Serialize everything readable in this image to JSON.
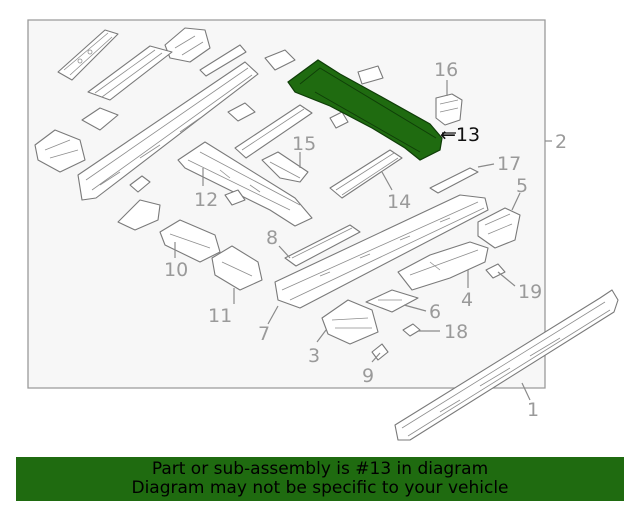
{
  "diagram": {
    "group_label": "2",
    "highlighted_part": "13",
    "highlight_color": "#1f6b10",
    "callouts": [
      {
        "id": "16",
        "label": "16"
      },
      {
        "id": "13",
        "label": "←13"
      },
      {
        "id": "15",
        "label": "15"
      },
      {
        "id": "17",
        "label": "17"
      },
      {
        "id": "12",
        "label": "12"
      },
      {
        "id": "14",
        "label": "14"
      },
      {
        "id": "5",
        "label": "5"
      },
      {
        "id": "8",
        "label": "8"
      },
      {
        "id": "10",
        "label": "10"
      },
      {
        "id": "19",
        "label": "19"
      },
      {
        "id": "4",
        "label": "4"
      },
      {
        "id": "11",
        "label": "11"
      },
      {
        "id": "6",
        "label": "6"
      },
      {
        "id": "7",
        "label": "7"
      },
      {
        "id": "18",
        "label": "18"
      },
      {
        "id": "3",
        "label": "3"
      },
      {
        "id": "9",
        "label": "9"
      },
      {
        "id": "1",
        "label": "1"
      }
    ]
  },
  "banner": {
    "line1": "Part or sub-assembly is #13 in diagram",
    "line2": "Diagram may not be specific to your vehicle",
    "background": "#1f6b10"
  }
}
